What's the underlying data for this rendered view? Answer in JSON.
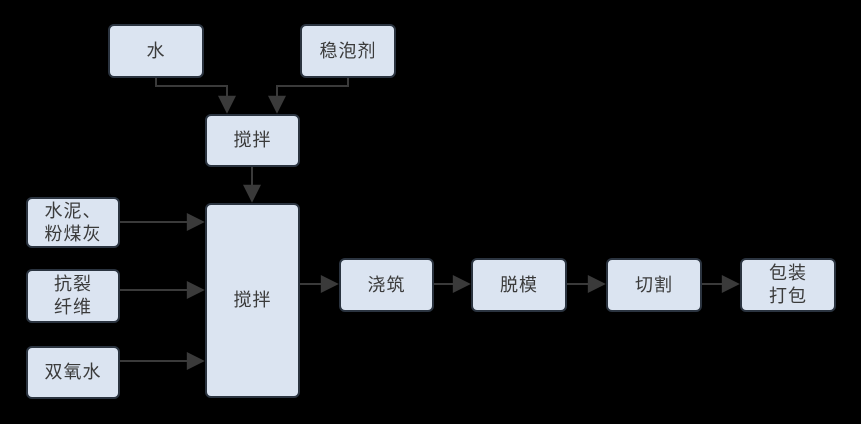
{
  "diagram": {
    "title": "foamed-concrete-production-flowchart",
    "colors": {
      "background": "#000000",
      "node_fill": "#dbe4f1",
      "node_border": "#2b3440",
      "connector": "#3a3a3a",
      "text": "#3b3b3b"
    },
    "nodes": {
      "water": {
        "label": "水"
      },
      "foam_stabilizer": {
        "label": "稳泡剂"
      },
      "mixing_1": {
        "label": "搅拌"
      },
      "cement_fly_ash": {
        "label": "水泥、\n粉煤灰"
      },
      "anti_crack_fiber": {
        "label": "抗裂\n纤维"
      },
      "hydrogen_peroxide": {
        "label": "双氧水"
      },
      "mixing_2": {
        "label": "搅拌"
      },
      "pouring": {
        "label": "浇筑"
      },
      "demolding": {
        "label": "脱模"
      },
      "cutting": {
        "label": "切割"
      },
      "packing": {
        "label": "包装\n打包"
      }
    },
    "edges": [
      {
        "from": "water",
        "to": "mixing_1"
      },
      {
        "from": "foam_stabilizer",
        "to": "mixing_1"
      },
      {
        "from": "mixing_1",
        "to": "mixing_2"
      },
      {
        "from": "cement_fly_ash",
        "to": "mixing_2"
      },
      {
        "from": "anti_crack_fiber",
        "to": "mixing_2"
      },
      {
        "from": "hydrogen_peroxide",
        "to": "mixing_2"
      },
      {
        "from": "mixing_2",
        "to": "pouring"
      },
      {
        "from": "pouring",
        "to": "demolding"
      },
      {
        "from": "demolding",
        "to": "cutting"
      },
      {
        "from": "cutting",
        "to": "packing"
      }
    ]
  }
}
